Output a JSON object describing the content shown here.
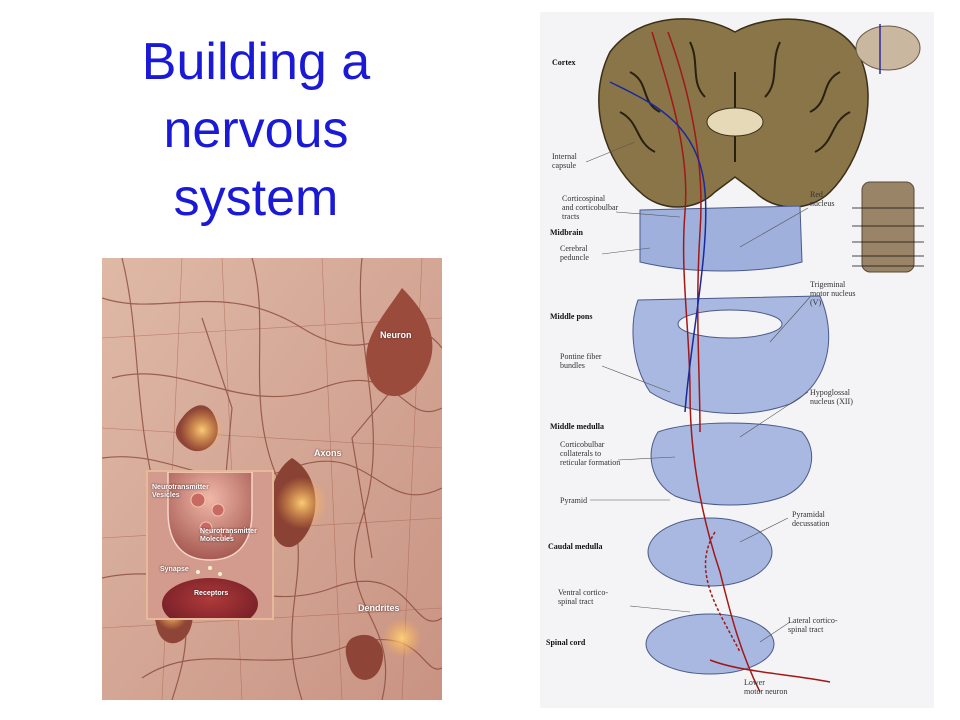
{
  "slide": {
    "title_lines": [
      "Building a",
      "nervous",
      "system"
    ]
  },
  "neuron_image": {
    "labels": {
      "neuron": "Neuron",
      "axons": "Axons",
      "dendrites": "Dendrites"
    },
    "inset": {
      "vesicles": "Neurotransmitter Vesicles",
      "molecules": "Neurotransmitter Molecules",
      "synapse": "Synapse",
      "receptors": "Receptors"
    }
  },
  "brain_figure": {
    "sections": {
      "cortex": "Cortex",
      "midbrain": "Midbrain",
      "middle_pons": "Middle pons",
      "middle_medulla": "Middle medulla",
      "caudal_medulla": "Caudal medulla",
      "spinal_cord": "Spinal cord"
    },
    "labels": {
      "internal_capsule": "Internal\ncapsule",
      "corticospinal": "Corticospinal\nand corticobulbar\ntracts",
      "red_nucleus": "Red\nnucleus",
      "cerebral_peduncle": "Cerebral\npeduncle",
      "trigeminal": "Trigeminal\nmotor nucleus\n(V)",
      "pontine": "Pontine fiber\nbundles",
      "hypoglossal": "Hypoglossal\nnucleus (XII)",
      "corticobulbar_collaterals": "Corticobulbar\ncollaterals to\nreticular formation",
      "pyramid": "Pyramid",
      "pyramidal_decussation": "Pyramidal\ndecussation",
      "ventral_tract": "Ventral cortico-\nspinal tract",
      "lateral_tract": "Lateral cortico-\nspinal tract",
      "lower_motor": "Lower\nmotor neuron"
    },
    "colors": {
      "tract_red": "#a01818",
      "tract_blue": "#1a2a9a",
      "section_blue": "#9fb0dc",
      "cortex_brown": "#8a7548"
    }
  }
}
